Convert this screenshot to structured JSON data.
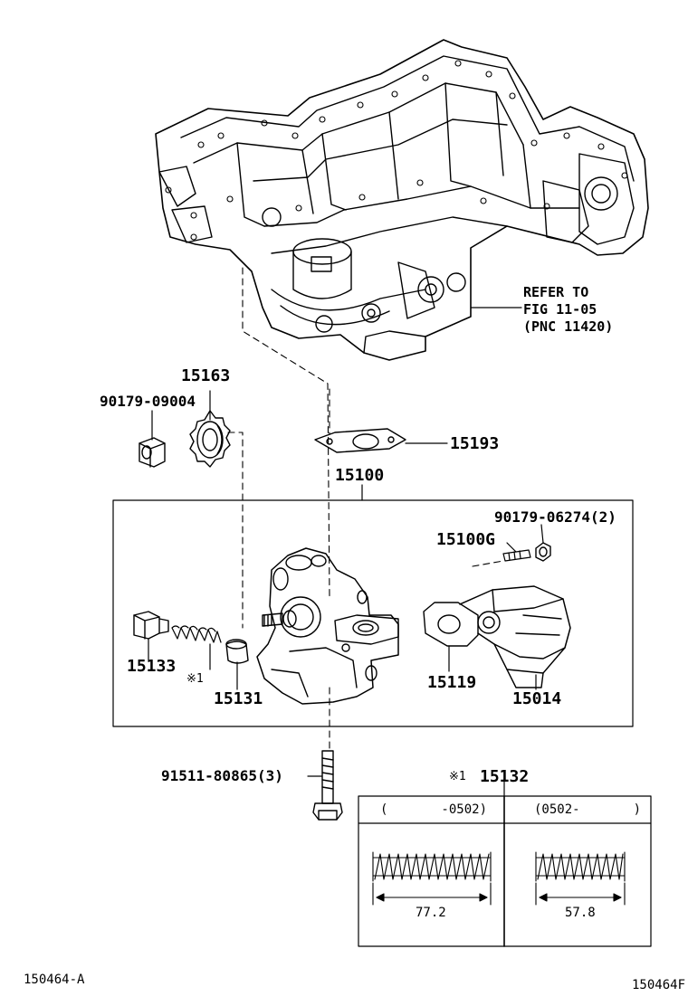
{
  "parts": {
    "p15163": "15163",
    "p90179_09004": "90179-09004",
    "p15193": "15193",
    "p15100": "15100",
    "p90179_06274": "90179-06274(2)",
    "p15100G": "15100G",
    "p15133": "15133",
    "p15131": "15131",
    "p15119": "15119",
    "p15014": "15014",
    "ref_mark": "※1",
    "p91511": "91511-80865(3)",
    "p15132": "15132"
  },
  "refer": {
    "line1": "REFER TO",
    "line2": "FIG 11-05",
    "line3": "(PNC 11420)"
  },
  "spring_table": {
    "col1_header": "(       -0502)",
    "col2_header": "(0502-       )",
    "col1_length": "77.2",
    "col2_length": "57.8"
  },
  "footer": {
    "left_code": "150464-A",
    "right_code": "150464F"
  }
}
